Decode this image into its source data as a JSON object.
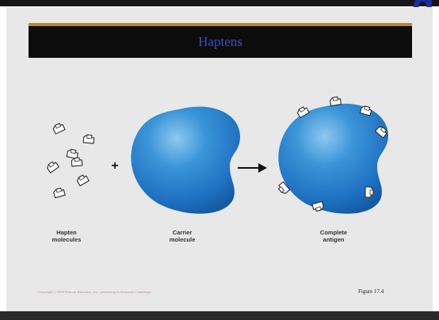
{
  "slide": {
    "title": "Haptens",
    "corner_glyph": "g"
  },
  "labels": {
    "hapten": [
      "Hapten",
      "molecules"
    ],
    "carrier": [
      "Carrier",
      "molecule"
    ],
    "complete": [
      "Complete",
      "antigen"
    ]
  },
  "symbols": {
    "plus": "+",
    "arrow": "arrow-right-icon"
  },
  "footer": {
    "copyright": "Copyright © 2004 Pearson Education, Inc., publishing as Benjamin Cummings.",
    "figure": "Figure 17.4"
  },
  "colors": {
    "title_bar": "#0c0c0c",
    "title_text": "#3b4fc4",
    "title_accent": "#b9873a",
    "molecule_blue": "#2f86cf",
    "corner_glyph": "#1a2fa0"
  }
}
